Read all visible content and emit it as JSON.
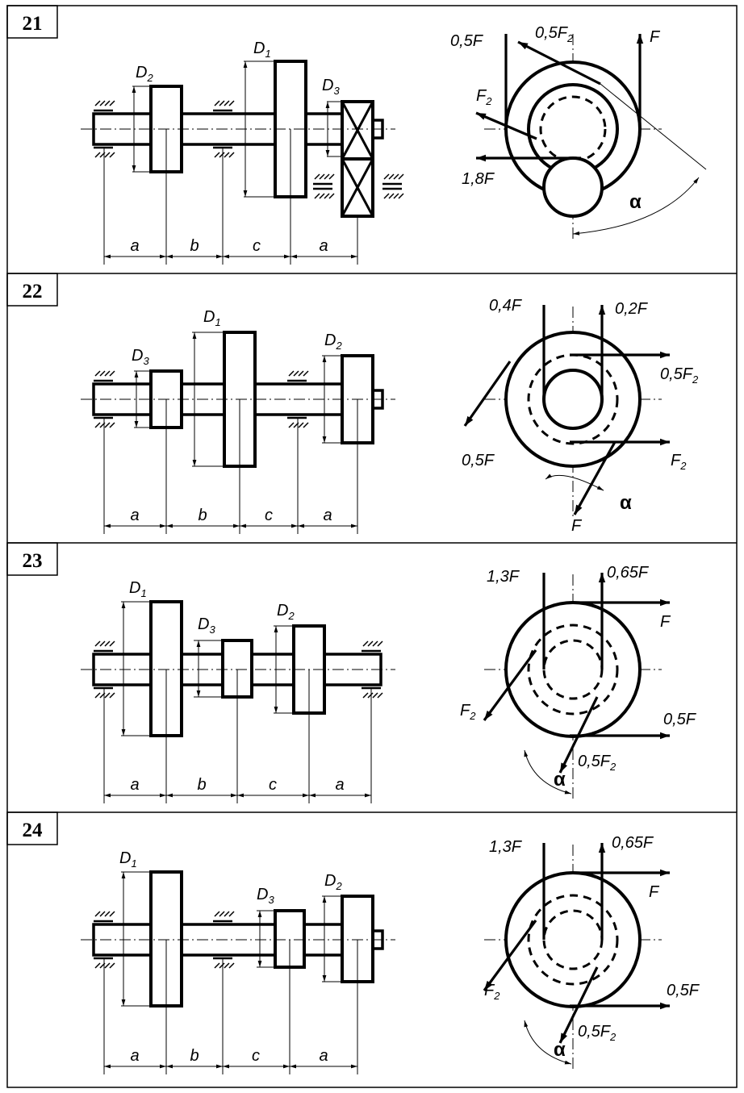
{
  "variants": [
    {
      "number": "21",
      "dims": [
        "a",
        "b",
        "c",
        "a"
      ],
      "diam": {
        "d1": "D",
        "d1_sub": "1",
        "d2": "D",
        "d2_sub": "2",
        "d3": "D",
        "d3_sub": "3"
      },
      "forces": [
        {
          "text": "0,5F",
          "sub": ""
        },
        {
          "text": "0,5F",
          "sub": "2"
        },
        {
          "text": "F",
          "sub": ""
        },
        {
          "text": "F",
          "sub": "2"
        },
        {
          "text": "1,8F",
          "sub": ""
        }
      ],
      "angle": "α"
    },
    {
      "number": "22",
      "dims": [
        "a",
        "b",
        "c",
        "a"
      ],
      "diam": {
        "d1": "D",
        "d1_sub": "1",
        "d2": "D",
        "d2_sub": "2",
        "d3": "D",
        "d3_sub": "3"
      },
      "forces": [
        {
          "text": "0,4F",
          "sub": ""
        },
        {
          "text": "0,2F",
          "sub": ""
        },
        {
          "text": "0,5F",
          "sub": "2"
        },
        {
          "text": "0,5F",
          "sub": ""
        },
        {
          "text": "F",
          "sub": "2"
        },
        {
          "text": "F",
          "sub": ""
        }
      ],
      "angle": "α"
    },
    {
      "number": "23",
      "dims": [
        "a",
        "b",
        "c",
        "a"
      ],
      "diam": {
        "d1": "D",
        "d1_sub": "1",
        "d2": "D",
        "d2_sub": "2",
        "d3": "D",
        "d3_sub": "3"
      },
      "forces": [
        {
          "text": "1,3F",
          "sub": ""
        },
        {
          "text": "0,65F",
          "sub": ""
        },
        {
          "text": "F",
          "sub": ""
        },
        {
          "text": "F",
          "sub": "2"
        },
        {
          "text": "0,5F",
          "sub": ""
        },
        {
          "text": "0,5F",
          "sub": "2"
        }
      ],
      "angle": "α"
    },
    {
      "number": "24",
      "dims": [
        "a",
        "b",
        "c",
        "a"
      ],
      "diam": {
        "d1": "D",
        "d1_sub": "1",
        "d2": "D",
        "d2_sub": "2",
        "d3": "D",
        "d3_sub": "3"
      },
      "forces": [
        {
          "text": "1,3F",
          "sub": ""
        },
        {
          "text": "0,65F",
          "sub": ""
        },
        {
          "text": "F",
          "sub": ""
        },
        {
          "text": "F",
          "sub": "2"
        },
        {
          "text": "0,5F",
          "sub": ""
        },
        {
          "text": "0,5F",
          "sub": "2"
        }
      ],
      "angle": "α"
    }
  ]
}
